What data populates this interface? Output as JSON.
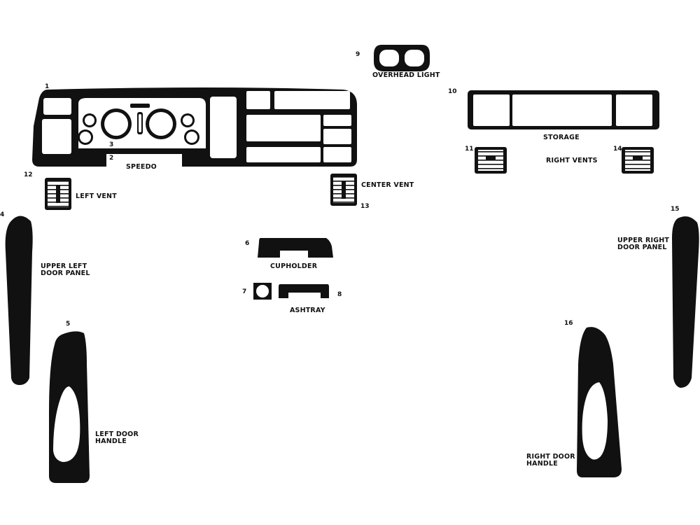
{
  "colors": {
    "part_fill": "#111111",
    "background": "#ffffff"
  },
  "parts": [
    {
      "number": "1",
      "name": ""
    },
    {
      "number": "2",
      "name": ""
    },
    {
      "number": "3",
      "name": ""
    },
    {
      "number": "4",
      "name_lines": [
        "UPPER LEFT",
        "DOOR PANEL"
      ]
    },
    {
      "number": "5",
      "name_lines": [
        "LEFT DOOR",
        "HANDLE"
      ]
    },
    {
      "number": "6",
      "name": "CUPHOLDER"
    },
    {
      "number": "7",
      "name": ""
    },
    {
      "number": "8",
      "name": "ASHTRAY"
    },
    {
      "number": "9",
      "name": "OVERHEAD LIGHT"
    },
    {
      "number": "10",
      "name": "STORAGE"
    },
    {
      "number": "11",
      "name": "RIGHT VENTS"
    },
    {
      "number": "12",
      "name": "LEFT VENT"
    },
    {
      "number": "13",
      "name": "CENTER VENT"
    },
    {
      "number": "14",
      "name": ""
    },
    {
      "number": "15",
      "name_lines": [
        "UPPER RIGHT",
        "DOOR PANEL"
      ]
    },
    {
      "number": "16",
      "name_lines": [
        "RIGHT DOOR",
        "HANDLE"
      ]
    }
  ],
  "labels": {
    "speedo": "SPEEDO"
  }
}
